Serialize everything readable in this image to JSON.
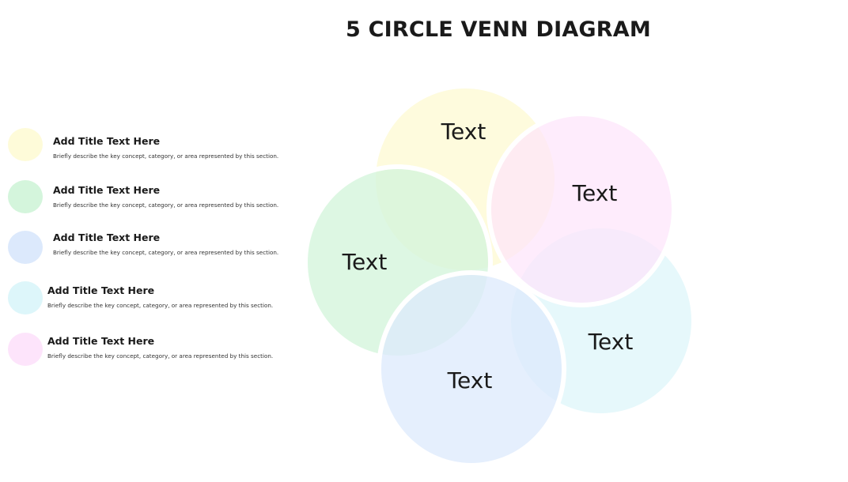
{
  "title": "5 CIRCLE VENN DIAGRAM",
  "legend": [
    {
      "title": "Add Title Text Here",
      "description": "Briefly describe the key concept, category, or area represented by this section.",
      "color": "#fefbd9"
    },
    {
      "title": "Add Title Text Here",
      "description": "Briefly describe the key concept, category, or area represented by this section.",
      "color": "#d4f5dc"
    },
    {
      "title": "Add Title Text Here",
      "description": "Briefly describe the key concept, category, or area represented by this section.",
      "color": "#dce9fc"
    },
    {
      "title": "Add Title Text Here",
      "description": "Briefly describe the key concept, category, or area represented by this section.",
      "color": "#ddf6fa"
    },
    {
      "title": "Add Title Text Here",
      "description": "Briefly describe the key concept, category, or area represented by this section.",
      "color": "#fde4fb"
    }
  ],
  "circles": [
    {
      "label": "Text",
      "color": "#fefbd9"
    },
    {
      "label": "Text",
      "color": "#d4f5dc"
    },
    {
      "label": "Text",
      "color": "#dce9fc"
    },
    {
      "label": "Text",
      "color": "#ddf6fa"
    },
    {
      "label": "Text",
      "color": "#fde4fb"
    }
  ]
}
